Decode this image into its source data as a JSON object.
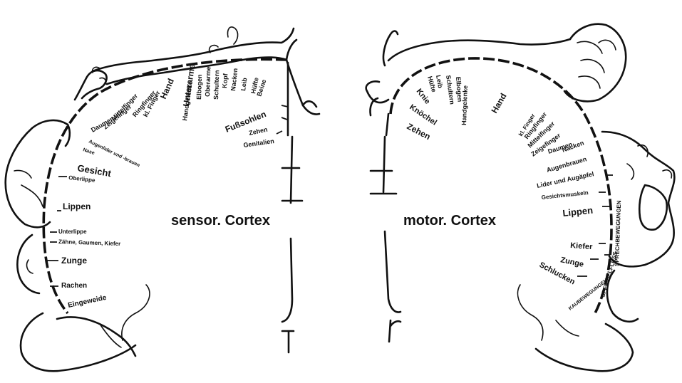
{
  "sensory": {
    "title": "sensor. Cortex",
    "labels": [
      "Genitalien",
      "Zehen",
      "Fußsohlen",
      "Beine",
      "Hüfte",
      "Leib",
      "Nacken",
      "Kopf",
      "Schultern",
      "Oberarme",
      "Elbogen",
      "Unterarme",
      "Handgelenke",
      "Hand",
      "kl. Finger",
      "Ringfinger",
      "Mittelfinger",
      "Zeigefinger",
      "Daumen",
      "Augenlider und -brauen",
      "Nase",
      "Gesicht",
      "Oberlippe",
      "Lippen",
      "Unterlippe",
      "Zähne, Gaumen, Kiefer",
      "Zunge",
      "Rachen",
      "Eingeweide"
    ]
  },
  "motor": {
    "title": "motor. Cortex",
    "labels": [
      "Zehen",
      "Knöchel",
      "Knie",
      "Hüfte",
      "Leib",
      "Schultern",
      "Elbogen",
      "Handgelenke",
      "Hand",
      "kl. Finger",
      "Ringfinger",
      "Mittelfinger",
      "Zeigefinger",
      "Daumen",
      "Nacken",
      "Augenbrauen",
      "Lider und Augäpfel",
      "Gesichtsmuskeln",
      "Lippen",
      "Kiefer",
      "Zunge",
      "Schlucken",
      "KAUBEWEGUNGEN",
      "SPEICHELFLUSS",
      "SPRECHBEWEGUNGEN"
    ]
  }
}
